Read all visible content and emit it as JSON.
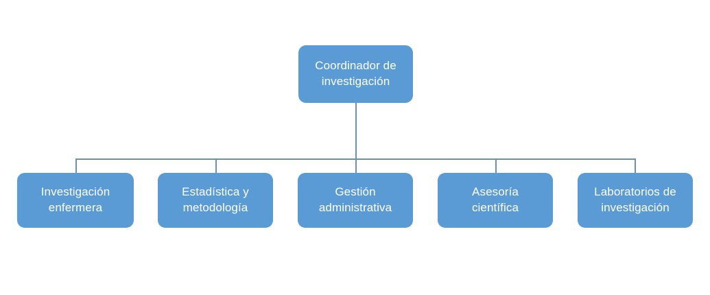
{
  "chart_data": {
    "type": "diagram",
    "diagram_type": "organizational-chart",
    "orientation": "top-down",
    "language": "es",
    "title": "",
    "colors": {
      "node_fill": "#5B9BD5",
      "node_text": "#FFFFFF",
      "connector": "#6D8FA8",
      "background": "#FFFFFF"
    },
    "levels": 2,
    "nodes": [
      {
        "id": "root",
        "label": "Coordinador de investigación",
        "level": 0,
        "parent": null
      },
      {
        "id": "c0",
        "label": "Investigación enfermera",
        "level": 1,
        "parent": "root"
      },
      {
        "id": "c1",
        "label": "Estadística y metodología",
        "level": 1,
        "parent": "root"
      },
      {
        "id": "c2",
        "label": "Gestión administrativa",
        "level": 1,
        "parent": "root"
      },
      {
        "id": "c3",
        "label": "Asesoría científica",
        "level": 1,
        "parent": "root"
      },
      {
        "id": "c4",
        "label": "Laboratorios de investigación",
        "level": 1,
        "parent": "root"
      }
    ],
    "edges": [
      {
        "from": "root",
        "to": "c0"
      },
      {
        "from": "root",
        "to": "c1"
      },
      {
        "from": "root",
        "to": "c2"
      },
      {
        "from": "root",
        "to": "c3"
      },
      {
        "from": "root",
        "to": "c4"
      }
    ]
  },
  "chart": {
    "root": {
      "label": "Coordinador de\ninvestigación"
    },
    "children": [
      {
        "label": "Investigación\nenfermera"
      },
      {
        "label": "Estadística y\nmetodología"
      },
      {
        "label": "Gestión\nadministrativa"
      },
      {
        "label": "Asesoría\ncientífica"
      },
      {
        "label": "Laboratorios de\ninvestigación"
      }
    ]
  }
}
